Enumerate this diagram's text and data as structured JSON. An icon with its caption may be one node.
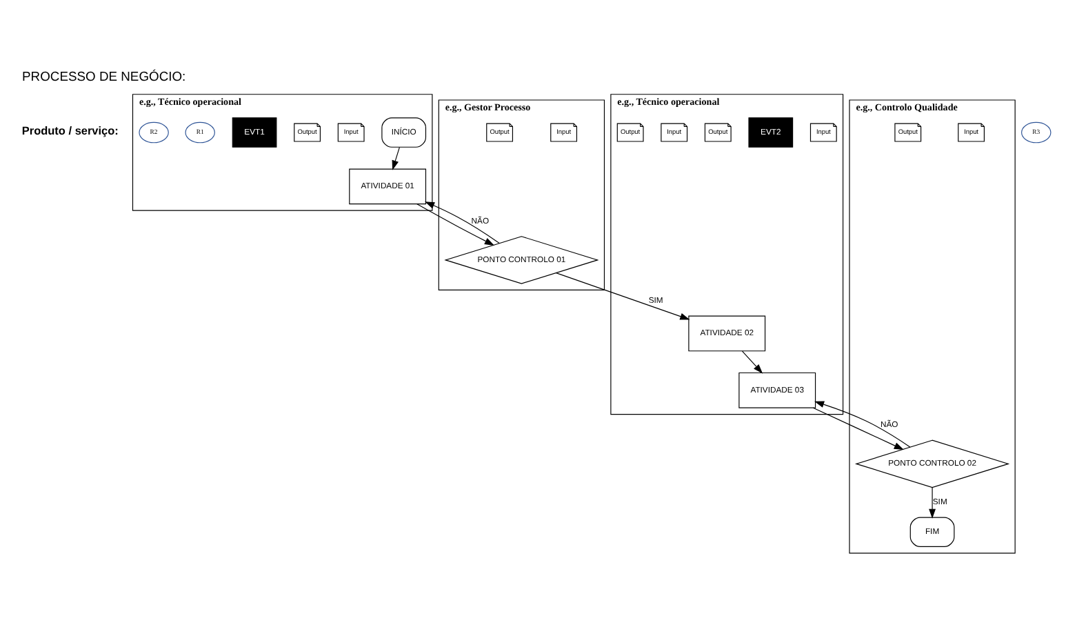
{
  "diagram": {
    "title": "PROCESSO DE NEGÓCIO:",
    "nodes": [
      {
        "text": [
          "e.g., Técnico operacional"
        ]
      },
      {
        "text": [
          "e.g., Gestor Processo"
        ]
      },
      {
        "text": [
          "e.g., Técnico operacional"
        ]
      },
      {
        "text": [
          "e.g., Controlo Qualidade"
        ]
      },
      {
        "text": [
          "INÍCIO"
        ],
        "in": 0
      },
      {
        "text": [
          "Input"
        ],
        "in": 0
      },
      {
        "text": [
          "ATIVIDADE 01"
        ],
        "in": 0
      },
      {
        "text": [
          "Output"
        ],
        "in": 0
      },
      {
        "text": [
          "EVT1"
        ],
        "in": 0
      },
      {
        "text": [
          "R1"
        ],
        "in": 0
      },
      {
        "text": [
          "R2"
        ],
        "in": 0
      },
      {
        "text": [
          "Input"
        ],
        "in": 1
      },
      {
        "text": [
          "PONTO CONTROLO 01"
        ],
        "in": 1
      },
      {
        "text": [
          "Output"
        ],
        "in": 1
      },
      {
        "text": [
          "Input"
        ],
        "in": 2
      },
      {
        "text": [
          "EVT2"
        ],
        "in": 2
      },
      {
        "text": [
          "ATIVIDADE 02"
        ],
        "in": 2
      },
      {
        "text": [
          "Output"
        ],
        "in": 2
      },
      {
        "text": [
          "Input"
        ],
        "in": 2
      },
      {
        "text": [
          "ATIVIDADE 03"
        ],
        "in": 2
      },
      {
        "text": [
          "Output"
        ],
        "in": 2
      },
      {
        "text": [
          "R3"
        ]
      },
      {
        "text": [
          "Input"
        ],
        "in": 3
      },
      {
        "text": [
          "PONTO CONTROLO 02"
        ],
        "in": 3
      },
      {
        "text": [
          "Output"
        ],
        "in": 3
      },
      {
        "text": [
          "FIM"
        ],
        "in": 3
      }
    ],
    "edges": [
      {
        "from": 4,
        "to": 6,
        "arrow": "to"
      },
      {
        "from": 6,
        "to": 12,
        "arrow": "to"
      },
      {
        "from": 12,
        "to": 16,
        "label": "SIM",
        "arrow": "to"
      },
      {
        "from": 12,
        "to": 6,
        "label": "NÃO",
        "arrow": "to"
      },
      {
        "from": 16,
        "to": 19,
        "arrow": "to"
      },
      {
        "from": 19,
        "to": 23,
        "arrow": "to"
      },
      {
        "from": 23,
        "to": 19,
        "label": "NÃO",
        "arrow": "to"
      },
      {
        "from": 23,
        "to": 25,
        "label": "SIM",
        "arrow": "to"
      }
    ],
    "labels": [
      "Produto / serviço:"
    ]
  }
}
